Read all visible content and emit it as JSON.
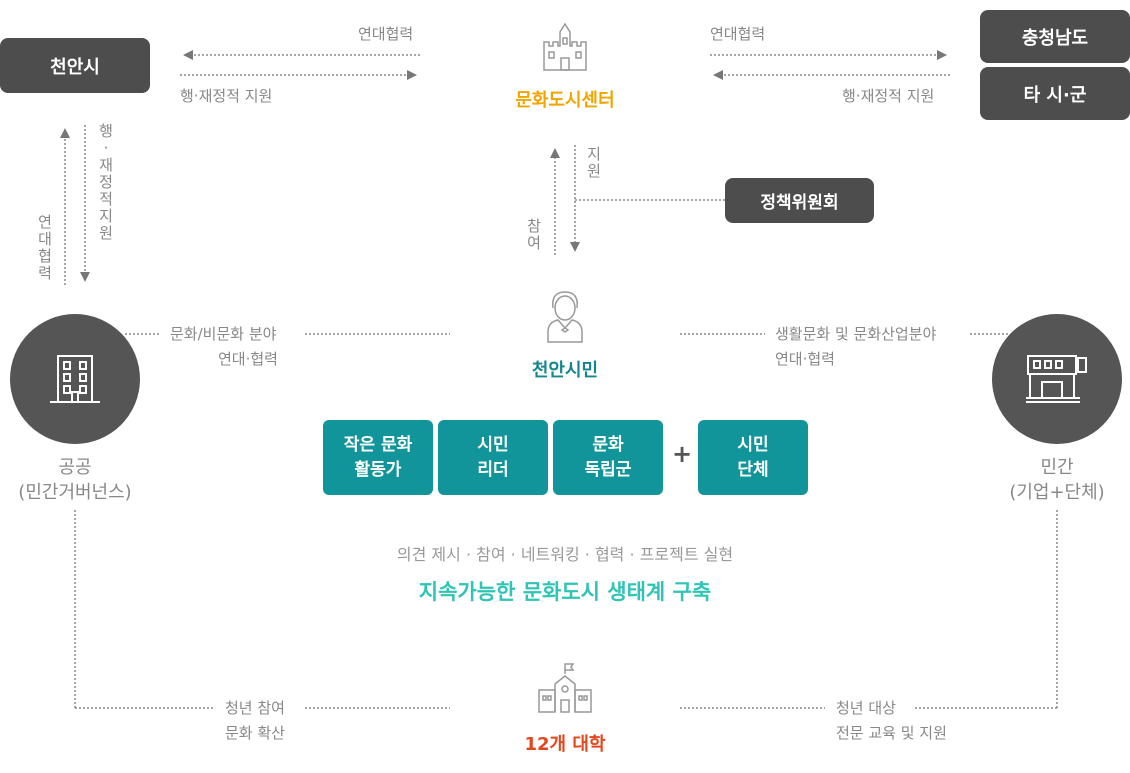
{
  "nodes": {
    "cheonan_city": "천안시",
    "chungnam": "충청남도",
    "other_cities": "타 시·군",
    "culture_center": "문화도시센터",
    "policy_committee": "정책위원회",
    "citizens": "천안시민",
    "universities": "12개 대학",
    "public": "공공",
    "public_sub": "(민간거버넌스)",
    "private": "민간",
    "private_sub": "(기업+단체)"
  },
  "edge_labels": {
    "top_left_top": "연대협력",
    "top_left_bottom": "행·재정적 지원",
    "top_right_top": "연대협력",
    "top_right_bottom": "행·재정적 지원",
    "left_vertical_support": "행·재정적지원",
    "left_vertical_coop": "연대협력",
    "center_support": "지원",
    "center_participate": "참여",
    "mid_left_line1": "문화/비문화 분야",
    "mid_left_line2": "연대·협력",
    "mid_right_line1": "생활문화 및 문화산업분야",
    "mid_right_line2": "연대·협력",
    "bottom_left_line1": "청년 참여",
    "bottom_left_line2": "문화 확산",
    "bottom_right_line1": "청년 대상",
    "bottom_right_line2": "전문 교육 및 지원"
  },
  "groups": [
    {
      "label": "작은 문화\n활동가"
    },
    {
      "label": "시민\n리더"
    },
    {
      "label": "문화\n독립군"
    },
    {
      "label": "시민\n단체"
    }
  ],
  "plus_sign": "+",
  "activities": "의견 제시 · 참여 · 네트워킹 · 협력 · 프로젝트 실현",
  "goal": "지속가능한 문화도시 생태계 구축",
  "colors": {
    "dark": "#4d4d4d",
    "teal": "#11959a",
    "orange": "#f0a500",
    "citizen_teal": "#14868c",
    "goal_teal": "#2ec4b6",
    "university_red": "#e4471e",
    "arrow_gray": "#888888"
  },
  "icons": [
    "castle-icon",
    "citizen-icon",
    "building-icon",
    "store-icon",
    "university-icon"
  ]
}
